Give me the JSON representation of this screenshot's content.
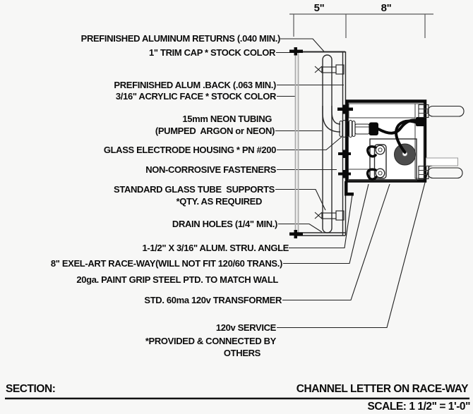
{
  "drawing": {
    "dimensions": {
      "channel_depth": "5\"",
      "raceway_depth": "8\""
    },
    "callouts": {
      "returns": "PREFINISHED ALUMINUM RETURNS (.040 MIN.)",
      "trim_cap": "1\" TRIM CAP * STOCK COLOR",
      "back": "PREFINISHED ALUM .BACK (.063 MIN.)",
      "face": "3/16\" ACRYLIC FACE * STOCK COLOR",
      "neon_line1": "15mm NEON TUBING",
      "neon_line2": "(PUMPED  ARGON or NEON)",
      "electrode": "GLASS ELECTRODE HOUSING * PN #200",
      "fasteners": "NON-CORROSIVE FASTENERS",
      "supports_line1": "STANDARD GLASS TUBE  SUPPORTS",
      "supports_line2": "*QTY. AS REQUIRED",
      "drain": "DRAIN HOLES (1/4\" MIN.)",
      "angle": "1-1/2\" X 3/16\" ALUM. STRU. ANGLE",
      "raceway_line1": "8\" EXEL-ART RACE-WAY(WILL NOT FIT 120/60 TRANS.)",
      "raceway_line2": "20ga. PAINT GRIP STEEL PTD. TO MATCH WALL",
      "transformer": "STD. 60ma 120v TRANSFORMER",
      "service_line1": "120v SERVICE",
      "service_line2": "*PROVIDED & CONNECTED BY",
      "service_line3": "OTHERS"
    },
    "title_block": {
      "section_label": "SECTION:",
      "drawing_title": "CHANNEL LETTER ON RACE-WAY",
      "scale": "SCALE: 1 1/2\" = 1'-0\""
    },
    "colors": {
      "background": "#f7f7f6",
      "line": "#1f1f1f",
      "band_gray": "#b7b7b7",
      "bolt_gray": "#a9a9a9",
      "coil_gray": "#4d4d4d",
      "white": "#ffffff"
    }
  }
}
